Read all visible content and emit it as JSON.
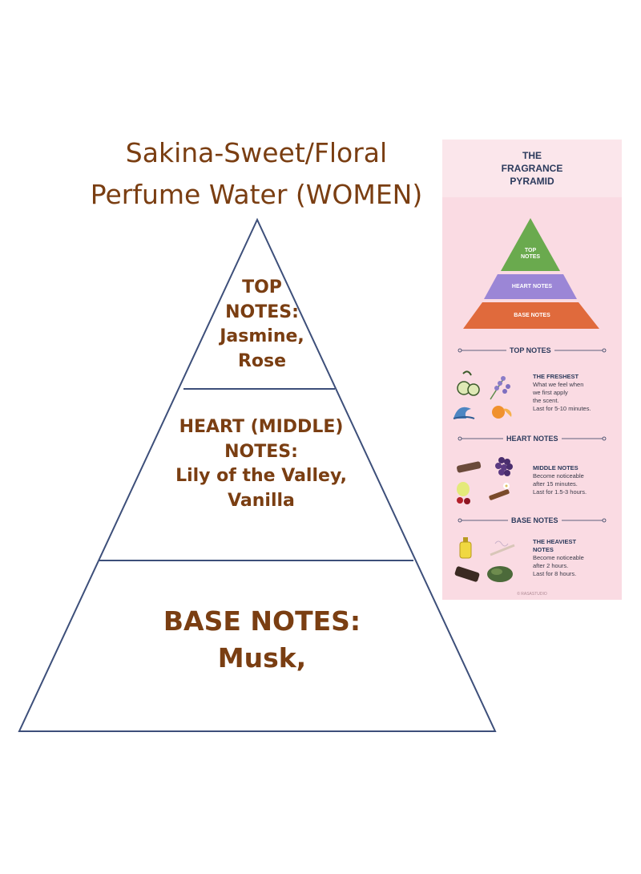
{
  "title": {
    "line1": "Sakina-Sweet/Floral",
    "line2": "Perfume Water (WOMEN)"
  },
  "pyramid": {
    "top": {
      "lines": [
        "TOP",
        "NOTES:",
        "Jasmine,",
        "Rose"
      ]
    },
    "heart": {
      "lines": [
        "HEART (MIDDLE)",
        "NOTES:",
        "Lily of the Valley,",
        "Vanilla"
      ]
    },
    "base": {
      "lines": [
        "BASE NOTES:",
        "Musk,"
      ]
    }
  },
  "infographic": {
    "title_lines": [
      "THE",
      "FRAGRANCE",
      "PYRAMID"
    ],
    "mini_pyramid": {
      "top_lines": [
        "TOP",
        "NOTES"
      ],
      "heart": "HEART NOTES",
      "base": "BASE NOTES",
      "colors": {
        "top": "#6aaa4e",
        "heart": "#9b86d6",
        "base": "#e06a3c"
      }
    },
    "sections": [
      {
        "label": "TOP NOTES",
        "heading": "THE FRESHEST",
        "desc_lines": [
          "What we feel when",
          "we first apply",
          "the scent.",
          "Last for 5-10 minutes."
        ],
        "icons": [
          "cucumber-icon",
          "lavender-icon",
          "wave-icon",
          "orange-icon"
        ]
      },
      {
        "label": "HEART NOTES",
        "heading": "MIDDLE NOTES",
        "desc_lines": [
          "Become noticeable",
          "after 15 minutes.",
          "Last for 1.5-3 hours."
        ],
        "icons": [
          "wood-icon",
          "grapes-icon",
          "fruit-icon",
          "cinnamon-flower-icon"
        ]
      },
      {
        "label": "BASE NOTES",
        "heading_lines": [
          "THE HEAVIEST",
          "NOTES"
        ],
        "desc_lines": [
          "Become noticeable",
          "after 2 hours.",
          "Last for 8 hours."
        ],
        "icons": [
          "oil-bottle-icon",
          "incense-icon",
          "bark-icon",
          "moss-icon"
        ]
      }
    ],
    "credit": "© RASASTUDIO"
  },
  "colors": {
    "brown": "#7a3e12",
    "outline": "#3d4f7a",
    "navy": "#2b3a5c",
    "pink": "#fadbe3"
  }
}
